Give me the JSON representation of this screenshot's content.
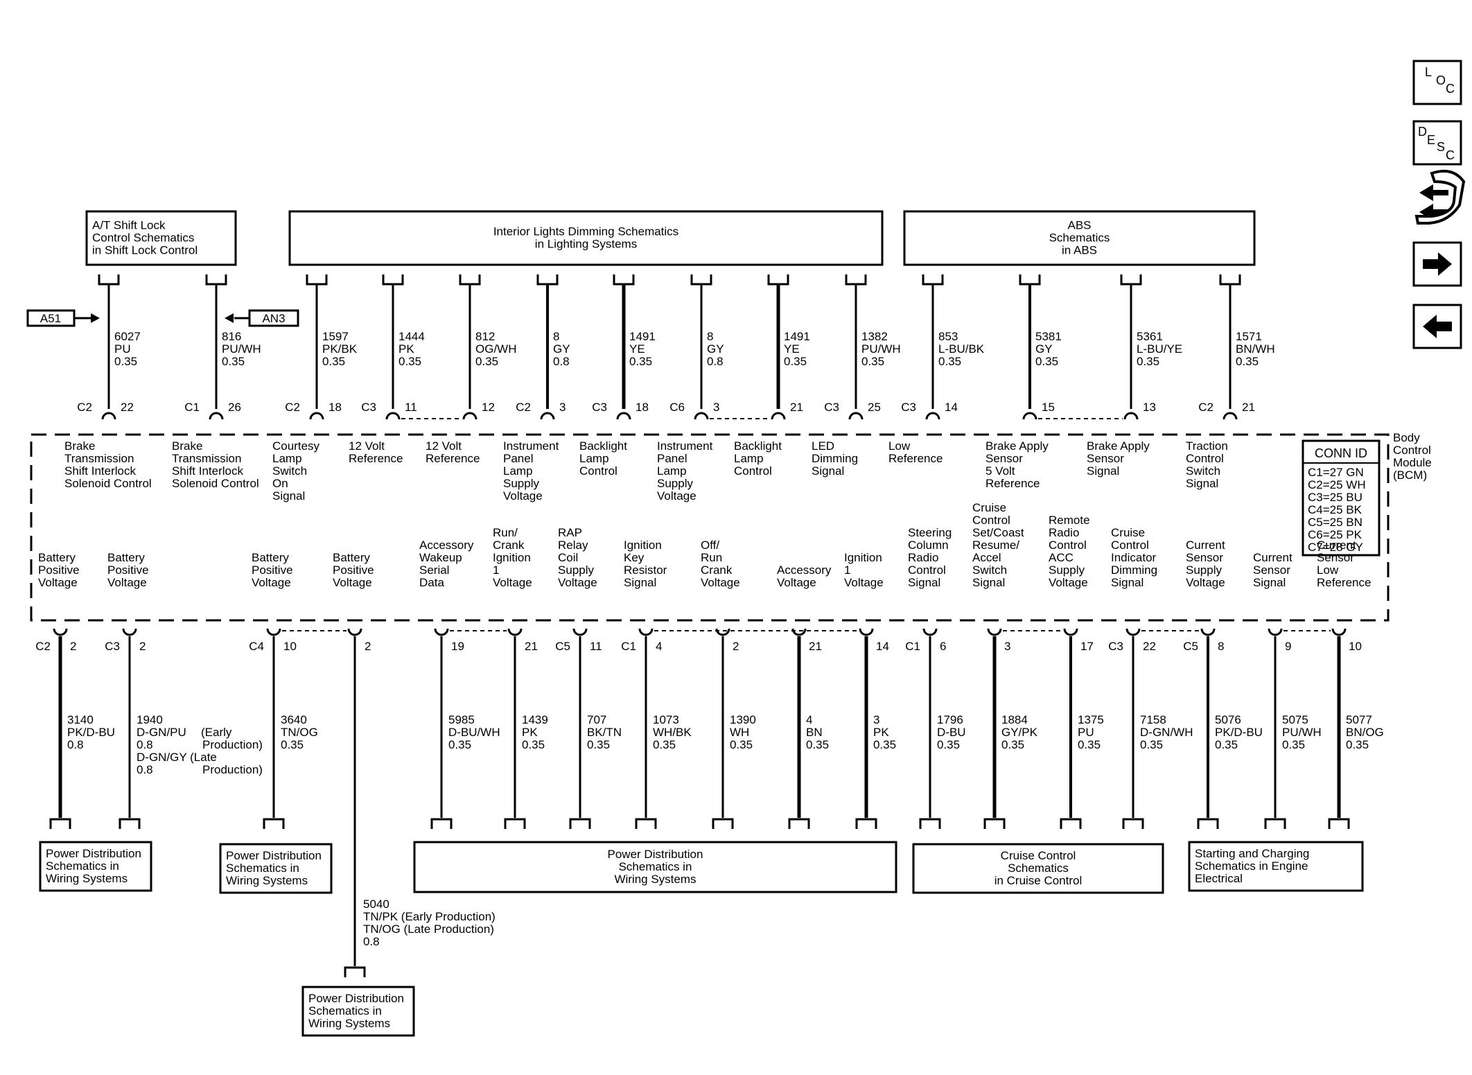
{
  "module": {
    "name": [
      "Body",
      "Control",
      "Module",
      "(BCM)"
    ]
  },
  "conn_id": {
    "title": "CONN ID",
    "rows": [
      "C1=27 GN",
      "C2=25 WH",
      "C3=25 BU",
      "C4=25 BK",
      "C5=25 BN",
      "C6=25 PK",
      "C7=28 GY"
    ]
  },
  "nav": {
    "loc": [
      "L",
      "O",
      "C"
    ],
    "desc": [
      "D",
      "E",
      "S",
      "C"
    ]
  },
  "offpage": {
    "left": "A51",
    "right": "AN3"
  },
  "top_boxes": [
    {
      "lines": [
        "A/T Shift Lock",
        "Control Schematics",
        "in Shift Lock Control"
      ]
    },
    {
      "lines": [
        "Interior Lights Dimming Schematics",
        "in Lighting Systems"
      ]
    },
    {
      "lines": [
        "ABS",
        "Schematics",
        "in ABS"
      ]
    }
  ],
  "top_pins": [
    {
      "conn": "C2",
      "pin": "22",
      "circuit": "6027",
      "color": "PU",
      "gauge": "0.35",
      "func": [
        "Brake",
        "Transmission",
        "Shift Interlock",
        "Solenoid Control"
      ]
    },
    {
      "conn": "C1",
      "pin": "26",
      "circuit": "816",
      "color": "PU/WH",
      "gauge": "0.35",
      "func": [
        "Brake",
        "Transmission",
        "Shift Interlock",
        "Solenoid Control"
      ]
    },
    {
      "conn": "C2",
      "pin": "18",
      "circuit": "1597",
      "color": "PK/BK",
      "gauge": "0.35",
      "func": [
        "Courtesy",
        "Lamp",
        "Switch",
        "On",
        "Signal"
      ]
    },
    {
      "conn": "C3",
      "pin": "11",
      "circuit": "1444",
      "color": "PK",
      "gauge": "0.35",
      "func": [
        "12 Volt",
        "Reference"
      ]
    },
    {
      "conn": "",
      "pin": "12",
      "circuit": "812",
      "color": "OG/WH",
      "gauge": "0.35",
      "func": [
        "12 Volt",
        "Reference"
      ]
    },
    {
      "conn": "C2",
      "pin": "3",
      "circuit": "8",
      "color": "GY",
      "gauge": "0.8",
      "func": [
        "Instrument",
        "Panel",
        "Lamp",
        "Supply",
        "Voltage"
      ]
    },
    {
      "conn": "C3",
      "pin": "18",
      "circuit": "1491",
      "color": "YE",
      "gauge": "0.35",
      "func": [
        "Backlight",
        "Lamp",
        "Control"
      ]
    },
    {
      "conn": "C6",
      "pin": "3",
      "circuit": "8",
      "color": "GY",
      "gauge": "0.8",
      "func": [
        "Instrument",
        "Panel",
        "Lamp",
        "Supply",
        "Voltage"
      ]
    },
    {
      "conn": "",
      "pin": "21",
      "circuit": "1491",
      "color": "YE",
      "gauge": "0.35",
      "func": [
        "Backlight",
        "Lamp",
        "Control"
      ]
    },
    {
      "conn": "C3",
      "pin": "25",
      "circuit": "1382",
      "color": "PU/WH",
      "gauge": "0.35",
      "func": [
        "LED",
        "Dimming",
        "Signal"
      ]
    },
    {
      "conn": "C3",
      "pin": "14",
      "circuit": "853",
      "color": "L-BU/BK",
      "gauge": "0.35",
      "func": [
        "Low",
        "Reference"
      ]
    },
    {
      "conn": "",
      "pin": "15",
      "circuit": "5381",
      "color": "GY",
      "gauge": "0.35",
      "func": [
        "Brake Apply",
        "Sensor",
        "5 Volt",
        "Reference"
      ]
    },
    {
      "conn": "",
      "pin": "13",
      "circuit": "5361",
      "color": "L-BU/YE",
      "gauge": "0.35",
      "func": [
        "Brake Apply",
        "Sensor",
        "Signal"
      ]
    },
    {
      "conn": "C2",
      "pin": "21",
      "circuit": "1571",
      "color": "BN/WH",
      "gauge": "0.35",
      "func": [
        "Traction",
        "Control",
        "Switch",
        "Signal"
      ]
    }
  ],
  "bottom_pins": [
    {
      "conn": "C2",
      "pin": "2",
      "circuit": "3140",
      "color": "PK/D-BU",
      "gauge": "0.8",
      "func": [
        "Battery",
        "Positive",
        "Voltage"
      ]
    },
    {
      "conn": "C3",
      "pin": "2",
      "circuit": "1940",
      "color": "D-GN/PU",
      "gauge": "0.8",
      "func": [
        "Battery",
        "Positive",
        "Voltage"
      ]
    },
    {
      "conn": "C4",
      "pin": "10",
      "circuit": "3640",
      "color": "TN/OG",
      "gauge": "0.35",
      "func": [
        "Battery",
        "Positive",
        "Voltage"
      ]
    },
    {
      "conn": "",
      "pin": "2",
      "circuit": "",
      "color": "",
      "gauge": "",
      "func": [
        "Battery",
        "Positive",
        "Voltage"
      ]
    },
    {
      "conn": "",
      "pin": "19",
      "circuit": "5985",
      "color": "D-BU/WH",
      "gauge": "0.35",
      "func": [
        "Accessory",
        "Wakeup",
        "Serial",
        "Data"
      ]
    },
    {
      "conn": "",
      "pin": "21",
      "circuit": "1439",
      "color": "PK",
      "gauge": "0.35",
      "func": [
        "Run/",
        "Crank",
        "Ignition",
        "1",
        "Voltage"
      ]
    },
    {
      "conn": "C5",
      "pin": "11",
      "circuit": "707",
      "color": "BK/TN",
      "gauge": "0.35",
      "func": [
        "RAP",
        "Relay",
        "Coil",
        "Supply",
        "Voltage"
      ]
    },
    {
      "conn": "C1",
      "pin": "4",
      "circuit": "1073",
      "color": "WH/BK",
      "gauge": "0.35",
      "func": [
        "Ignition",
        "Key",
        "Resistor",
        "Signal"
      ]
    },
    {
      "conn": "",
      "pin": "2",
      "circuit": "1390",
      "color": "WH",
      "gauge": "0.35",
      "func": [
        "Off/",
        "Run",
        "Crank",
        "Voltage"
      ]
    },
    {
      "conn": "",
      "pin": "21",
      "circuit": "4",
      "color": "BN",
      "gauge": "0.35",
      "func": [
        "Accessory",
        "Voltage"
      ]
    },
    {
      "conn": "",
      "pin": "14",
      "circuit": "3",
      "color": "PK",
      "gauge": "0.35",
      "func": [
        "Ignition",
        "1",
        "Voltage"
      ]
    },
    {
      "conn": "C1",
      "pin": "6",
      "circuit": "1796",
      "color": "D-BU",
      "gauge": "0.35",
      "func": [
        "Steering",
        "Column",
        "Radio",
        "Control",
        "Signal"
      ]
    },
    {
      "conn": "",
      "pin": "3",
      "circuit": "1884",
      "color": "GY/PK",
      "gauge": "0.35",
      "func": [
        "Cruise",
        "Control",
        "Set/Coast",
        "Resume/",
        "Accel",
        "Switch",
        "Signal"
      ]
    },
    {
      "conn": "",
      "pin": "17",
      "circuit": "1375",
      "color": "PU",
      "gauge": "0.35",
      "func": [
        "Remote",
        "Radio",
        "Control",
        "ACC",
        "Supply",
        "Voltage"
      ]
    },
    {
      "conn": "C3",
      "pin": "22",
      "circuit": "7158",
      "color": "D-GN/WH",
      "gauge": "0.35",
      "func": [
        "Cruise",
        "Control",
        "Indicator",
        "Dimming",
        "Signal"
      ]
    },
    {
      "conn": "C5",
      "pin": "8",
      "circuit": "5076",
      "color": "PK/D-BU",
      "gauge": "0.35",
      "func": [
        "Current",
        "Sensor",
        "Supply",
        "Voltage"
      ]
    },
    {
      "conn": "",
      "pin": "9",
      "circuit": "5075",
      "color": "PU/WH",
      "gauge": "0.35",
      "func": [
        "Current",
        "Sensor",
        "Signal"
      ]
    },
    {
      "conn": "",
      "pin": "10",
      "circuit": "5077",
      "color": "BN/OG",
      "gauge": "0.35",
      "func": [
        "Current",
        "Sensor",
        "Low",
        "Reference"
      ]
    }
  ],
  "wire_1940_extra": {
    "l1b": "Production)",
    "l2a": "D-GN/GY (Late",
    "l2b": "Production)",
    "early": "(Early"
  },
  "wire_5040": {
    "circuit": "5040",
    "l1": "TN/PK (Early Production)",
    "l2": "TN/OG (Late Production)",
    "gauge": "0.8"
  },
  "bottom_boxes": [
    {
      "lines": [
        "Power Distribution",
        "Schematics in",
        "Wiring Systems"
      ]
    },
    {
      "lines": [
        "Power Distribution",
        "Schematics in",
        "Wiring Systems"
      ]
    },
    {
      "lines": [
        "Power Distribution",
        "Schematics in",
        "Wiring Systems"
      ]
    },
    {
      "lines": [
        "Cruise Control",
        "Schematics",
        "in Cruise Control"
      ]
    },
    {
      "lines": [
        "Starting and Charging",
        "Schematics in Engine",
        "Electrical"
      ]
    },
    {
      "lines": [
        "Power Distribution",
        "Schematics in",
        "Wiring Systems"
      ]
    }
  ]
}
